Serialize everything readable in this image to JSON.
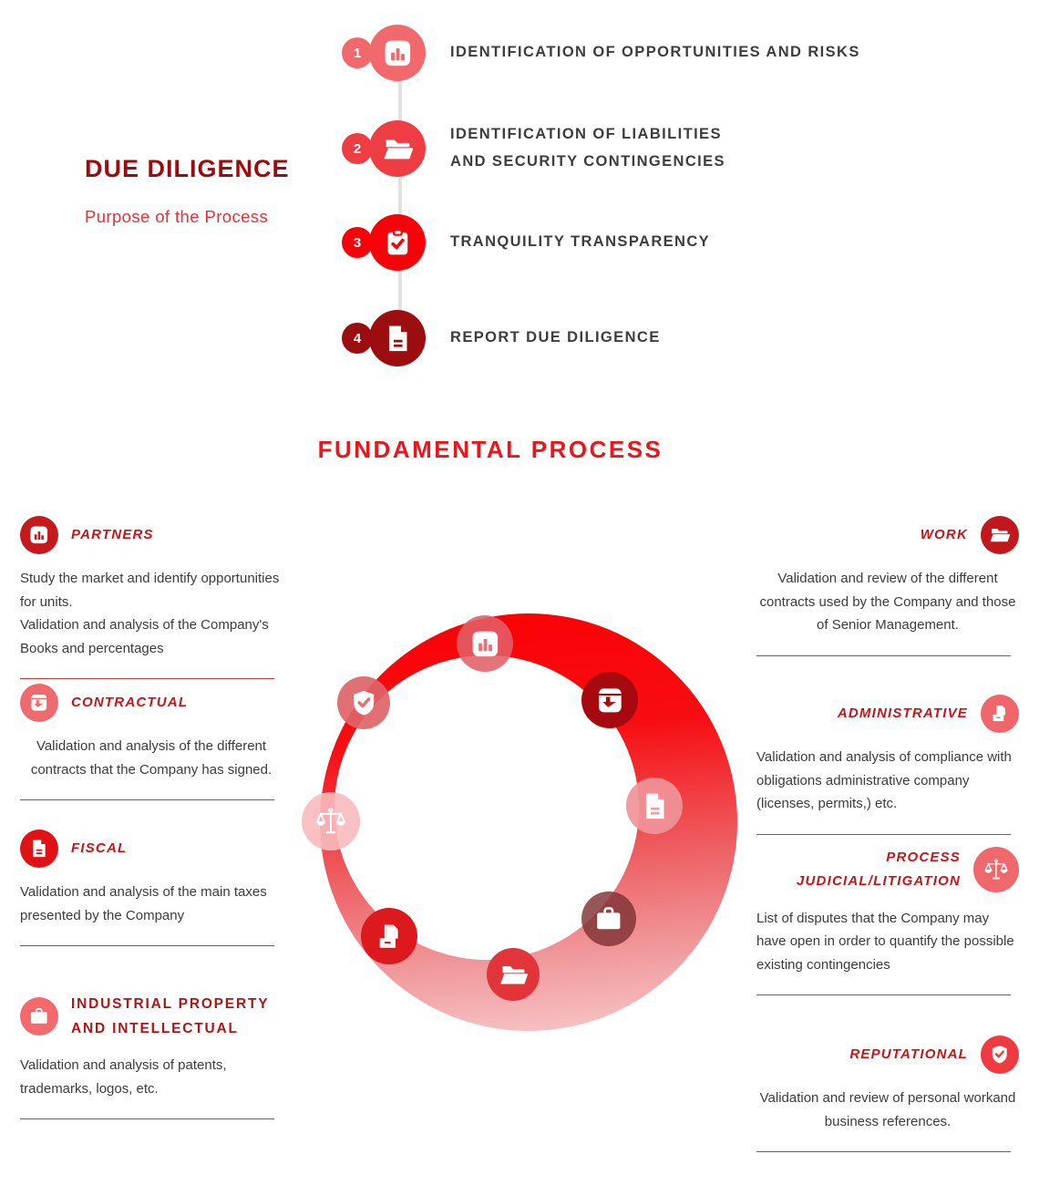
{
  "header": {
    "title": "DUE DILIGENCE",
    "subtitle": "Purpose of the Process"
  },
  "section_title": "FUNDAMENTAL PROCESS",
  "timeline": {
    "steps": [
      {
        "number": "1",
        "icon": "bar-chart-icon",
        "color": "#f2696d",
        "label": "IDENTIFICATION OF OPPORTUNITIES AND RISKS"
      },
      {
        "number": "2",
        "icon": "open-folder-icon",
        "color": "#ee3d43",
        "label": "IDENTIFICATION OF LIABILITIES\nAND SECURITY CONTINGENCIES"
      },
      {
        "number": "3",
        "icon": "clipboard-check-icon",
        "color": "#f70208",
        "label": "TRANQUILITY TRANSPARENCY"
      },
      {
        "number": "4",
        "icon": "document-icon",
        "color": "#9c0d10",
        "label": "REPORT DUE DILIGENCE"
      }
    ]
  },
  "left_column": [
    {
      "title": "PARTNERS",
      "icon": "bar-chart-icon",
      "color": "#c4191d",
      "description": "Study the market and identify opportunities for units.\nValidation and analysis of the Company's Books and percentages"
    },
    {
      "title": "CONTRACTUAL",
      "icon": "download-box-icon",
      "color": "#ee6a6e",
      "description": "Validation and analysis of the different contracts that the Company has signed."
    },
    {
      "title": "FISCAL",
      "icon": "document-icon",
      "color": "#e01216",
      "description": "Validation and analysis of the main taxes presented by the Company"
    },
    {
      "title": "INDUSTRIAL PROPERTY\nAND INTELLECTUAL",
      "icon": "briefcase-icon",
      "color": "#f3696c",
      "description": "Validation and analysis of patents, trademarks, logos, etc."
    }
  ],
  "right_column": [
    {
      "title": "WORK",
      "icon": "open-folder-icon",
      "color": "#c0181c",
      "description": "Validation and review of the different contracts used by the Company and those of Senior Management."
    },
    {
      "title": "ADMINISTRATIVE",
      "icon": "archive-docs-icon",
      "color": "#f1666b",
      "description": "Validation and analysis of compliance with obligations administrative company (licenses, permits,) etc."
    },
    {
      "title": "PROCESS\nJUDICIAL/LITIGATION",
      "icon": "scales-icon",
      "color": "#f0676c",
      "description": "List of disputes that the Company may have open in order to quantify the possible existing contingencies"
    },
    {
      "title": "REPUTATIONAL",
      "icon": "shield-check-icon",
      "color": "#ee3a40",
      "description": "Validation and review of personal workand business references."
    }
  ],
  "ring": {
    "gradient_top": "#fc0004",
    "gradient_bottom": "#f8c9cb",
    "icons": [
      {
        "icon": "bar-chart-icon",
        "color": "rgba(226,96,102,0.88)"
      },
      {
        "icon": "shield-check-icon",
        "color": "rgba(222,100,105,0.92)"
      },
      {
        "icon": "download-box-icon",
        "color": "#a60a0e"
      },
      {
        "icon": "document-icon",
        "color": "rgba(240,148,153,0.92)"
      },
      {
        "icon": "scales-icon",
        "color": "rgba(248,186,189,0.9)"
      },
      {
        "icon": "briefcase-icon",
        "color": "rgba(128,50,52,0.82)"
      },
      {
        "icon": "archive-docs-icon",
        "color": "#dc191d"
      },
      {
        "icon": "open-folder-icon",
        "color": "#e23539"
      }
    ]
  },
  "accent_colors": {
    "title_dark_red": "#9c0c0f",
    "subtitle_red": "#e03338",
    "section_red": "#e9161c",
    "card_title_red": "#c3161a",
    "body_text": "#3c3c3c",
    "divider": "#b43e41",
    "timeline_line": "#e2e2e2"
  }
}
